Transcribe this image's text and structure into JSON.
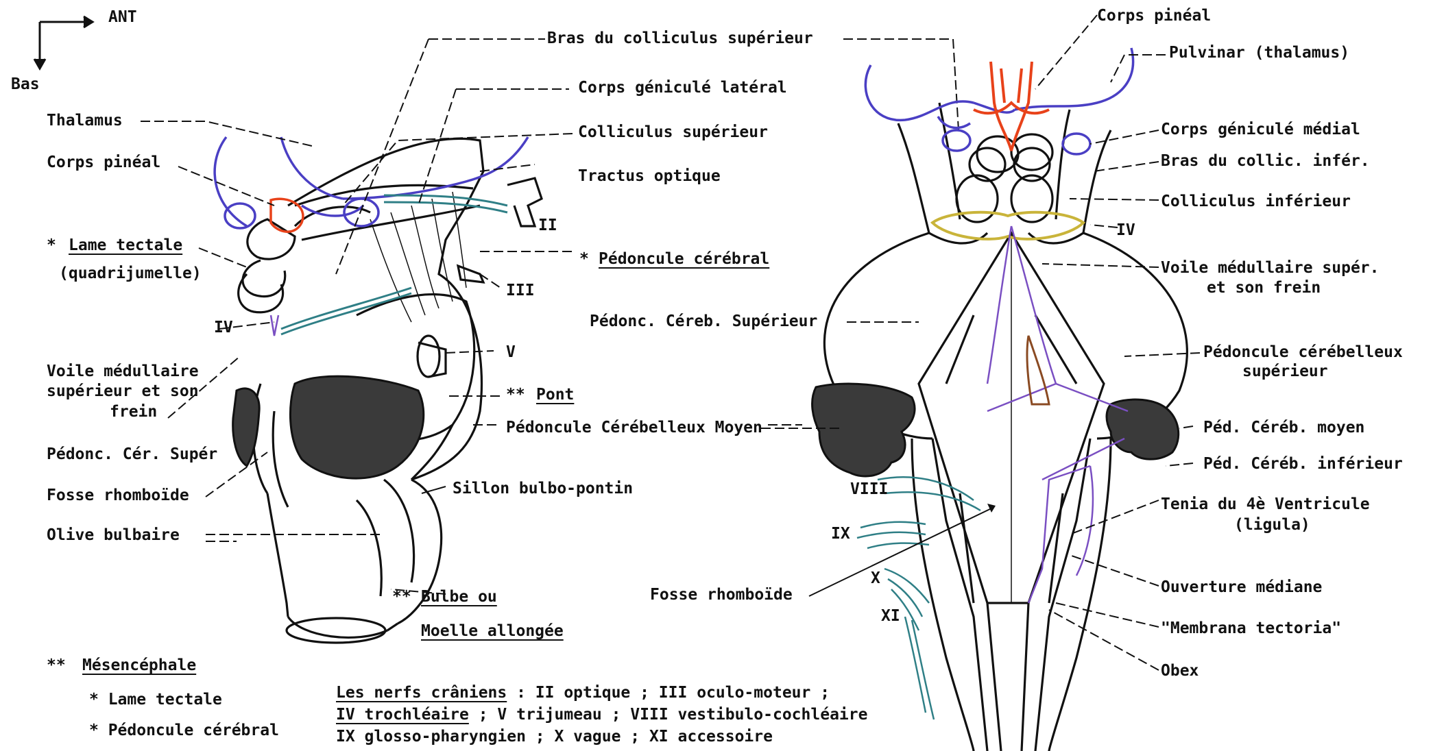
{
  "orientation": {
    "ant": "ANT",
    "bas": "Bas"
  },
  "left": {
    "thalamus": "Thalamus",
    "corps_pineal": "Corps pinéal",
    "lame_tectale": "Lame tectale",
    "lame_tectale_2": "(quadrijumelle)",
    "star": "*",
    "iv": "IV",
    "voile_1": "Voile médullaire",
    "voile_2": "supérieur et son",
    "voile_3": "frein",
    "pedonc_cer_super": "Pédonc. Cér. Supér",
    "fosse_rhomboide": "Fosse rhomboïde",
    "olive_bulbaire": "Olive bulbaire",
    "bras_colliculus": "Bras du colliculus supérieur",
    "corps_genicule_lat": "Corps géniculé latéral",
    "colliculus_sup": "Colliculus  supérieur",
    "tractus_optique": "Tractus optique",
    "ii": "II",
    "pedoncule_cerebral": "Pédoncule cérébral",
    "iii": "III",
    "pedonc_cereb_sup": "Pédonc. Céreb. Supérieur",
    "v": "V",
    "double_star": "**",
    "pont": "Pont",
    "pedoncule_moyen": "Pédoncule Cérébelleux Moyen",
    "sillon": "Sillon bulbo-pontin",
    "bulbe_ou": "Bulbe ou",
    "moelle": "Moelle allongée"
  },
  "legend": {
    "double_star": "**",
    "title": "Mésencéphale",
    "item1": "* Lame tectale",
    "item2": "* Pédoncule cérébral"
  },
  "nerves": {
    "heading": "Les nerfs crâniens",
    "line1_rest": " : II optique ; III oculo-moteur ;",
    "line2_a": "IV  trochléaire",
    "line2_b": " ; V  trijumeau ; VIII vestibulo-cochléaire",
    "line3": "IX  glosso-pharyngien ;  X  vague ;  XI accessoire"
  },
  "right": {
    "corps_pineal": "Corps pinéal",
    "pulvinar": "Pulvinar (thalamus)",
    "corps_genicule_med": "Corps géniculé médial",
    "bras_collic_infer": "Bras du collic. infér.",
    "colliculus_inf": "Colliculus inférieur",
    "iv": "IV",
    "voile_1": "Voile médullaire supér.",
    "voile_2": "et son frein",
    "ped_cereb_sup_1": "Pédoncule cérébelleux",
    "ped_cereb_sup_2": "supérieur",
    "ped_cereb_moyen": "Péd. Céréb. moyen",
    "ped_cereb_inf": "Péd. Céréb. inférieur",
    "tenia_1": "Tenia du 4è Ventricule",
    "tenia_2": "(ligula)",
    "ouverture": "Ouverture médiane",
    "membrana": "\"Membrana tectoria\"",
    "obex": "Obex",
    "fosse": "Fosse rhomboïde",
    "viii": "VIII",
    "ix": "IX",
    "x": "X",
    "xi": "XI"
  },
  "colors": {
    "thalamus_blue": "#4a3fc4",
    "pineal_orange": "#e8421a",
    "nerve_teal": "#2f7f86",
    "velum_yellow": "#c9b43a",
    "frein_purple": "#7a4fc2",
    "brown": "#8a4a22",
    "ink": "#111111"
  }
}
